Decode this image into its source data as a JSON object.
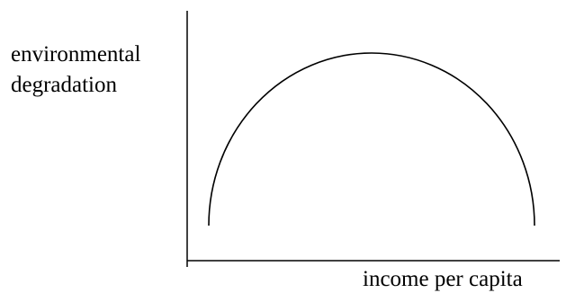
{
  "diagram": {
    "y_axis_label_line1": "environmental",
    "y_axis_label_line2": "degradation",
    "x_axis_label": "income per capita",
    "curve_shape": "inverted-u",
    "line_color": "#000000",
    "background_color": "#ffffff"
  }
}
